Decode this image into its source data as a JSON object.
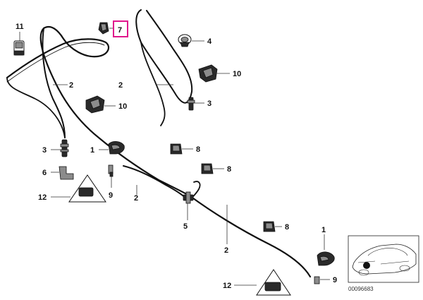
{
  "callouts": {
    "c11": "11",
    "c7": "7",
    "c4": "4",
    "c10a": "10",
    "c2a": "2",
    "c2b": "2",
    "c3a": "3",
    "c10b": "10",
    "c3b": "3",
    "c1a": "1",
    "c8a": "8",
    "c8b": "8",
    "c6": "6",
    "c2c": "2",
    "c12a": "12",
    "c9a": "9",
    "c5": "5",
    "c8c": "8",
    "c1b": "1",
    "c2d": "2",
    "c9b": "9",
    "c12b": "12"
  },
  "highlight_color": "#e0168c",
  "inset": {
    "code": "00096683"
  },
  "icons": [
    "hose-clip-icon",
    "nozzle-icon",
    "connector-icon",
    "warning-label-icon",
    "car-silhouette-icon"
  ]
}
